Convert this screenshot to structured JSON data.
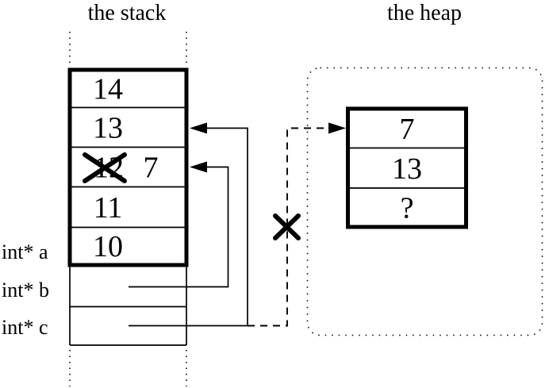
{
  "colors": {
    "ink": "#000000",
    "background": "#ffffff"
  },
  "stack": {
    "title": "the stack",
    "frame_cells": [
      {
        "value": "14"
      },
      {
        "value": "13"
      },
      {
        "old_value": "12",
        "new_value": "7",
        "crossed_out": true
      },
      {
        "value": "11"
      },
      {
        "value": "10"
      }
    ],
    "pointer_variables": [
      {
        "label": "int* a"
      },
      {
        "label": "int* b"
      },
      {
        "label": "int* c"
      }
    ]
  },
  "heap": {
    "title": "the heap",
    "block_cells": [
      {
        "value": "7"
      },
      {
        "value": "13"
      },
      {
        "value": "?"
      }
    ]
  }
}
